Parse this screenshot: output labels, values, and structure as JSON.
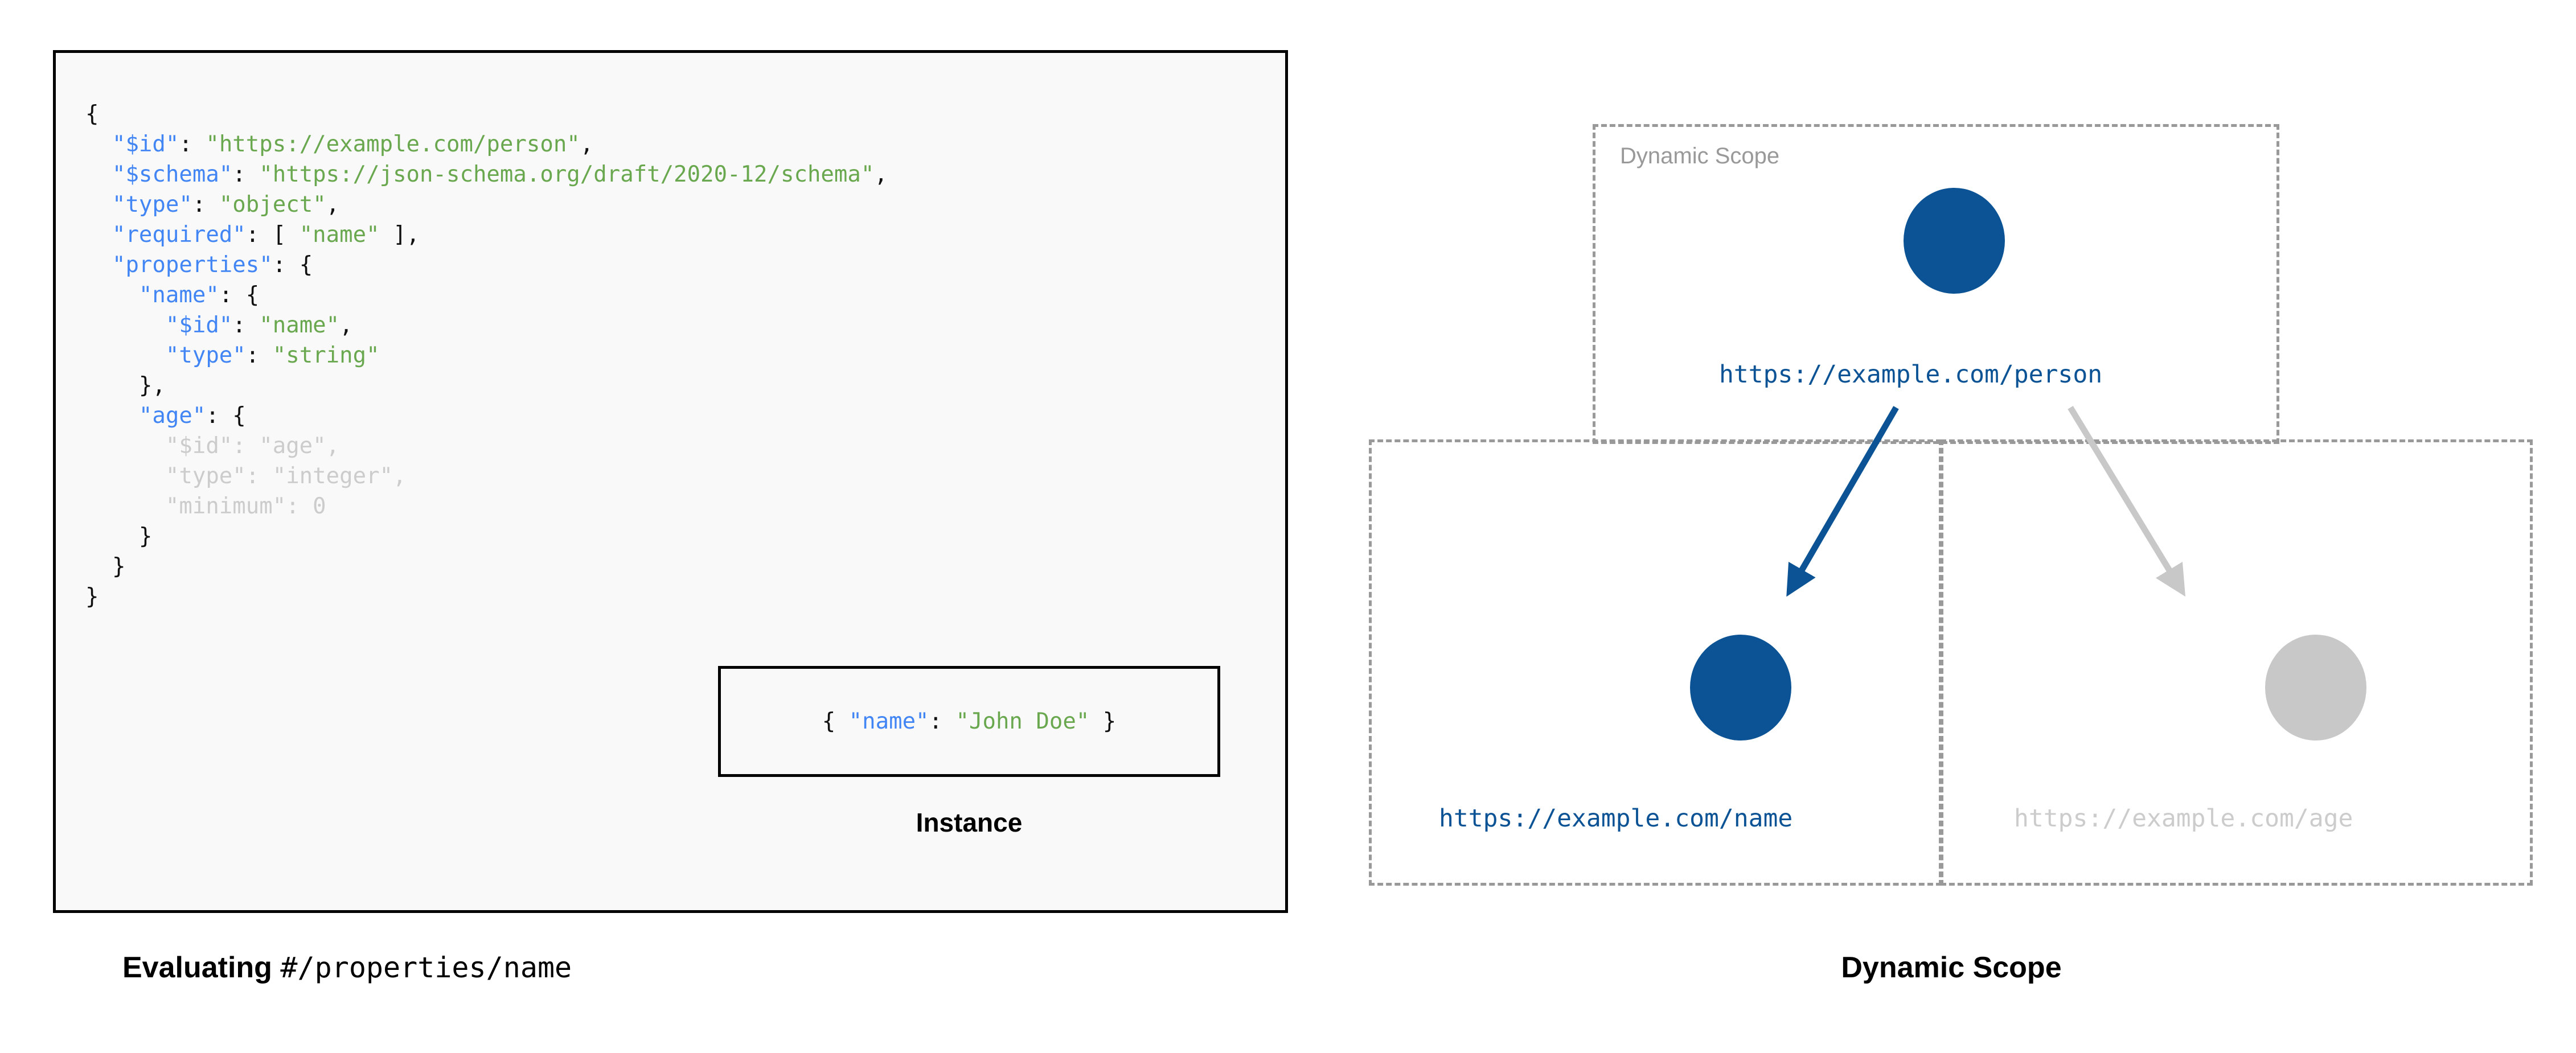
{
  "left_panel": {
    "schema_code_lines": [
      [
        {
          "t": "{",
          "c": "p"
        }
      ],
      [
        {
          "t": "  ",
          "c": "p"
        },
        {
          "t": "\"$id\"",
          "c": "k"
        },
        {
          "t": ": ",
          "c": "p"
        },
        {
          "t": "\"https://example.com/person\"",
          "c": "s"
        },
        {
          "t": ",",
          "c": "p"
        }
      ],
      [
        {
          "t": "  ",
          "c": "p"
        },
        {
          "t": "\"$schema\"",
          "c": "k"
        },
        {
          "t": ": ",
          "c": "p"
        },
        {
          "t": "\"https://json-schema.org/draft/2020-12/schema\"",
          "c": "s"
        },
        {
          "t": ",",
          "c": "p"
        }
      ],
      [
        {
          "t": "  ",
          "c": "p"
        },
        {
          "t": "\"type\"",
          "c": "k"
        },
        {
          "t": ": ",
          "c": "p"
        },
        {
          "t": "\"object\"",
          "c": "s"
        },
        {
          "t": ",",
          "c": "p"
        }
      ],
      [
        {
          "t": "  ",
          "c": "p"
        },
        {
          "t": "\"required\"",
          "c": "k"
        },
        {
          "t": ": [ ",
          "c": "p"
        },
        {
          "t": "\"name\"",
          "c": "s"
        },
        {
          "t": " ],",
          "c": "p"
        }
      ],
      [
        {
          "t": "  ",
          "c": "p"
        },
        {
          "t": "\"properties\"",
          "c": "k"
        },
        {
          "t": ": {",
          "c": "p"
        }
      ],
      [
        {
          "t": "    ",
          "c": "p"
        },
        {
          "t": "\"name\"",
          "c": "k"
        },
        {
          "t": ": {",
          "c": "p"
        }
      ],
      [
        {
          "t": "      ",
          "c": "p"
        },
        {
          "t": "\"$id\"",
          "c": "k"
        },
        {
          "t": ": ",
          "c": "p"
        },
        {
          "t": "\"name\"",
          "c": "s"
        },
        {
          "t": ",",
          "c": "p"
        }
      ],
      [
        {
          "t": "      ",
          "c": "p"
        },
        {
          "t": "\"type\"",
          "c": "k"
        },
        {
          "t": ": ",
          "c": "p"
        },
        {
          "t": "\"string\"",
          "c": "s"
        }
      ],
      [
        {
          "t": "    },",
          "c": "p"
        }
      ],
      [
        {
          "t": "    ",
          "c": "p"
        },
        {
          "t": "\"age\"",
          "c": "k"
        },
        {
          "t": ": {",
          "c": "p"
        }
      ],
      [
        {
          "t": "      \"$id\": \"age\",",
          "c": "dim"
        }
      ],
      [
        {
          "t": "      \"type\": \"integer\",",
          "c": "dim"
        }
      ],
      [
        {
          "t": "      \"minimum\": 0",
          "c": "dim"
        }
      ],
      [
        {
          "t": "    }",
          "c": "p"
        }
      ],
      [
        {
          "t": "  }",
          "c": "p"
        }
      ],
      [
        {
          "t": "}",
          "c": "p"
        }
      ]
    ],
    "instance": {
      "code_parts": [
        {
          "t": "{ ",
          "c": "p"
        },
        {
          "t": "\"name\"",
          "c": "k"
        },
        {
          "t": ": ",
          "c": "p"
        },
        {
          "t": "\"John Doe\"",
          "c": "s"
        },
        {
          "t": " }",
          "c": "p"
        }
      ],
      "caption": "Instance"
    },
    "caption_bold": "Evaluating ",
    "caption_mono": "#/properties/name"
  },
  "right_panel": {
    "caption": "Dynamic Scope",
    "scope_box_label": "Dynamic Scope",
    "nodes": {
      "person": {
        "label": "https://example.com/person",
        "state": "active"
      },
      "name": {
        "label": "https://example.com/name",
        "state": "active"
      },
      "age": {
        "label": "https://example.com/age",
        "state": "dimmed"
      }
    },
    "arrows": [
      {
        "from": "person",
        "to": "name",
        "state": "active"
      },
      {
        "from": "person",
        "to": "age",
        "state": "dimmed"
      }
    ]
  },
  "colors": {
    "accent_blue": "#0b5394",
    "dim_grey": "#c8c8c8",
    "dashed_border": "#999999",
    "json_key": "#4285f4",
    "json_string": "#6aa84f"
  }
}
